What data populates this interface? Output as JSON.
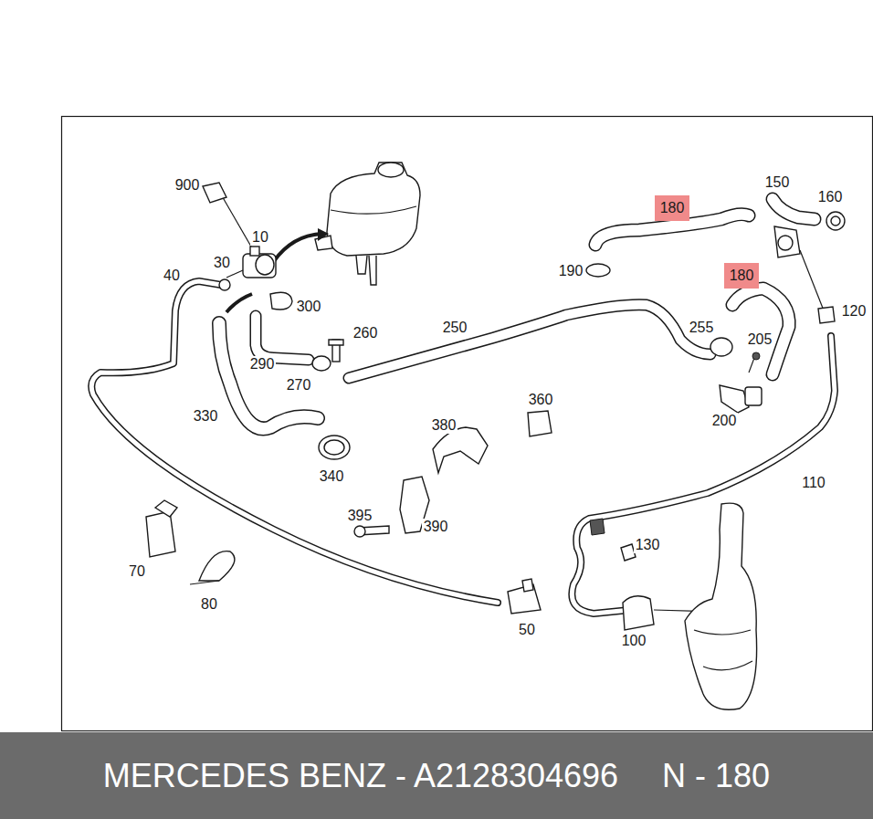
{
  "diagram": {
    "nodes": [
      {
        "text": [
          "180"
        ]
      },
      {
        "text": [
          "180"
        ]
      },
      {
        "text": [
          "MERCEDES BENZ - A2128304696",
          "N - 180"
        ]
      }
    ],
    "labels": [
      "900",
      "150",
      "160",
      "10",
      "30",
      "190",
      "40",
      "300",
      "120",
      "260",
      "250",
      "255",
      "205",
      "290",
      "270",
      "330",
      "360",
      "200",
      "380",
      "340",
      "110",
      "395",
      "390",
      "130",
      "70",
      "80",
      "50",
      "100"
    ]
  }
}
